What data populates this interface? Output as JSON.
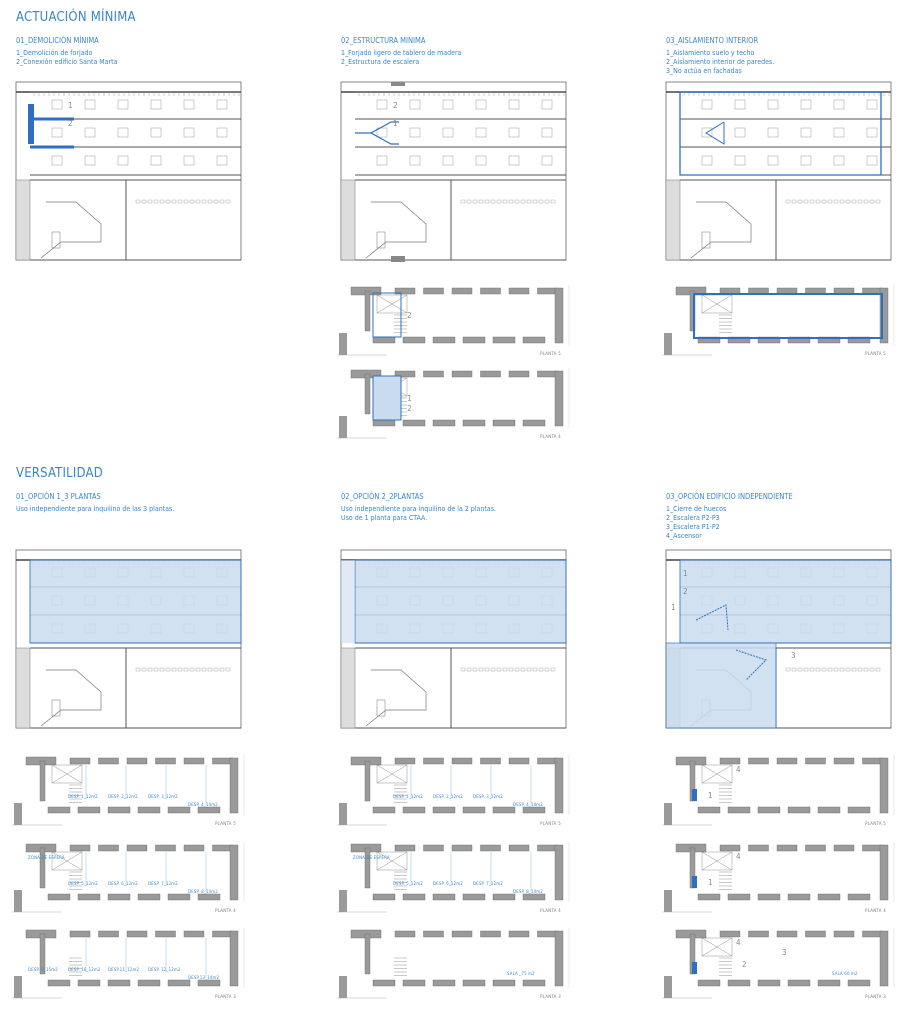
{
  "sections": [
    {
      "heading": "ACTUACIÓN MÍNIMA",
      "panels": [
        {
          "title": "01_DEMOLICIÓN MÍNIMA",
          "items": [
            "1_Demolición de forjado",
            "2_Conexión edificio Santa Marta"
          ],
          "section_marks": [
            "1",
            "2"
          ],
          "plans": []
        },
        {
          "title": "02_ESTRUCTURA MINIMA",
          "items": [
            "1_Forjado ligero de tablero de madera",
            "2_Estructura de escalera"
          ],
          "section_marks": [
            "2",
            "1"
          ],
          "plans": [
            {
              "name": "PLANTA 5",
              "labels": [],
              "marks": [
                "2"
              ]
            },
            {
              "name": "PLANTA 4",
              "labels": [],
              "marks": [
                "1",
                "2"
              ]
            }
          ]
        },
        {
          "title": "03_AISLAMIENTO INTERIOR",
          "items": [
            "1_Aislamiento suelo y techo",
            "2_Aislamiento interior de paredes.",
            "3_No actúa en fachadas"
          ],
          "section_marks": [],
          "plans": [
            {
              "name": "PLANTA 5",
              "labels": [],
              "marks": []
            }
          ]
        }
      ]
    },
    {
      "heading": "VERSATILIDAD",
      "panels": [
        {
          "title": "01_OPCIÓN 1_3 PLANTAS",
          "items": [
            "Uso independiente para inquilino de las 3 plantas."
          ],
          "section_marks": [],
          "plans": [
            {
              "name": "PLANTA 5",
              "labels": [
                "DESP. 1_12m2",
                "DESP. 2_12m2",
                "DESP. 3_12m2",
                "DESP. 4_14m2"
              ],
              "marks": []
            },
            {
              "name": "PLANTA 4",
              "labels": [
                "ZONA DE ESPERA",
                "DESP. 5_12m2",
                "DESP. 6_12m2",
                "DESP. 7_12m2",
                "DESP. 8_14m2"
              ],
              "marks": []
            },
            {
              "name": "PLANTA 3",
              "labels": [
                "DESP. 9_15m2",
                "DESP. 10_12m2",
                "DESP.11_12m2",
                "DESP. 12_12m2",
                "DESP.13_14m2"
              ],
              "marks": []
            }
          ]
        },
        {
          "title": "02_OPCIÓN 2_2PLANTAS",
          "items": [
            "Uso independiente para inquilino de la 2 plantas.",
            "Uso de 1 planta para CTAA."
          ],
          "section_marks": [],
          "plans": [
            {
              "name": "PLANTA 5",
              "labels": [
                "DESP. 1_12m2",
                "DESP. 2_12m2",
                "DESP. 3_12m2",
                "DESP. 4_14m2"
              ],
              "marks": []
            },
            {
              "name": "PLANTA 4",
              "labels": [
                "ZONA DE ESPERA",
                "DESP. 5_12m2",
                "DESP. 6_12m2",
                "DESP. 7_12m2",
                "DESP. 8_14m2"
              ],
              "marks": []
            },
            {
              "name": "PLANTA 3",
              "labels": [
                "SALA _75 m2"
              ],
              "marks": []
            }
          ]
        },
        {
          "title": "03_OPCIÓN EDIFICIO INDEPENDIENTE",
          "items": [
            "1_Cierre de huecos",
            "2_Escalera P2-P3",
            "3_Escalera P1-P2",
            "4_Ascensor"
          ],
          "section_marks": [
            "1",
            "2",
            "1",
            "3"
          ],
          "plans": [
            {
              "name": "PLANTA 5",
              "labels": [],
              "marks": [
                "4",
                "1"
              ]
            },
            {
              "name": "PLANTA 4",
              "labels": [],
              "marks": [
                "4",
                "1"
              ]
            },
            {
              "name": "PLANTA 3",
              "labels": [
                "SALA 60 m2"
              ],
              "marks": [
                "4",
                "2",
                "3"
              ]
            }
          ]
        }
      ]
    }
  ],
  "colors": {
    "accent": "#3a86c8",
    "wall": "#9a9a9a",
    "highlight_fill": "#c9dcef",
    "highlight_stroke": "#2e6fc2"
  }
}
